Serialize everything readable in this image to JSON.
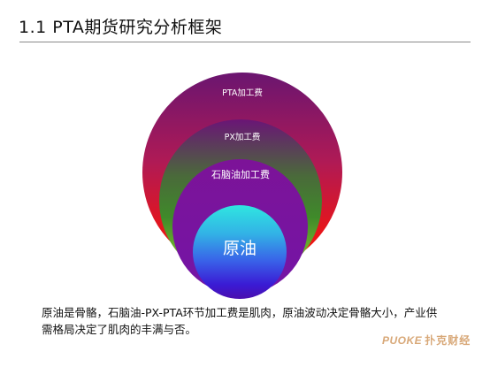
{
  "slide": {
    "title": "1.1 PTA期货研究分析框架"
  },
  "diagram": {
    "rings": [
      {
        "label": "PTA加工费",
        "color_top": "#6a1570",
        "color_bottom": "#ff1a0a"
      },
      {
        "label": "PX加工费",
        "color_top": "#6a1576",
        "color_bottom": "#a6dc34"
      },
      {
        "label": "石脑油加工费",
        "color_top": "#7c1398",
        "color_bottom": "#7415a6"
      },
      {
        "label": "原油",
        "color_top": "#2fe6e0",
        "color_bottom": "#4a0fae"
      }
    ]
  },
  "caption": {
    "text": "原油是骨骼，石脑油-PX-PTA环节加工费是肌肉，原油波动决定骨骼大小，产业供需格局决定了肌肉的丰满与否。"
  },
  "logo": {
    "latin": "PUOKE",
    "cjk": "扑克财经",
    "color": "#d8a878"
  }
}
